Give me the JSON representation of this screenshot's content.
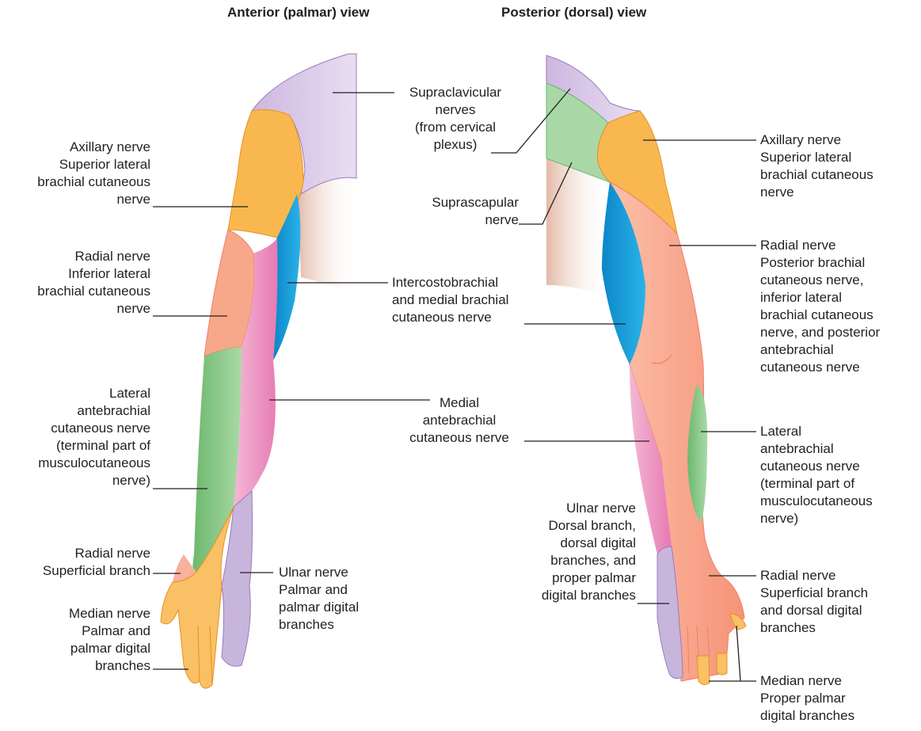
{
  "titles": {
    "anterior": "Anterior (palmar) view",
    "posterior": "Posterior (dorsal) view"
  },
  "labels": {
    "supraclavicular": "Supraclavicular\nnerves\n(from cervical\nplexus)",
    "axillary_anterior": "Axillary nerve\nSuperior lateral\nbrachial cutaneous\nnerve",
    "axillary_posterior": "Axillary nerve\nSuperior lateral\nbrachial cutaneous\nnerve",
    "suprascapular": "Suprascapular\nnerve",
    "radial_anterior": "Radial nerve\nInferior lateral\nbrachial cutaneous\nnerve",
    "intercostobrachial": "Intercostobrachial\nand medial brachial\ncutaneous nerve",
    "radial_posterior": "Radial nerve\nPosterior brachial\ncutaneous nerve,\ninferior lateral\nbrachial cutaneous\nnerve, and posterior\nantebrachial\ncutaneous nerve",
    "lateral_antebrachial_anterior": "Lateral\nantebrachial\ncutaneous nerve\n(terminal part of\nmusculocutaneous\nnerve)",
    "medial_antebrachial": "Medial\nantebrachial\ncutaneous nerve",
    "lateral_antebrachial_posterior": "Lateral\nantebrachial\ncutaneous nerve\n(terminal part of\nmusculocutaneous\nnerve)",
    "ulnar_posterior": "Ulnar nerve\nDorsal branch,\ndorsal digital\nbranches, and\nproper palmar\ndigital branches",
    "radial_superficial_anterior": "Radial nerve\nSuperficial branch",
    "ulnar_anterior": "Ulnar nerve\nPalmar and\npalmar digital\nbranches",
    "median_anterior": "Median nerve\nPalmar and\npalmar digital\nbranches",
    "radial_superficial_posterior": "Radial nerve\nSuperficial branch\nand dorsal digital\nbranches",
    "median_posterior": "Median nerve\nProper palmar\ndigital branches"
  },
  "colors": {
    "supraclavicular": "#d8c8e6",
    "axillary": "#f9b84f",
    "radial": "#f8a88c",
    "intercostobrachial": "#1aa0d8",
    "medial_antebrachial": "#ec8fbe",
    "lateral_antebrachial": "#8ccb8c",
    "ulnar": "#c5b3da",
    "median": "#f9c065",
    "suprascapular": "#a9d8a6",
    "trunk_skin": "#e9c7b4",
    "leader": "#231f20"
  }
}
